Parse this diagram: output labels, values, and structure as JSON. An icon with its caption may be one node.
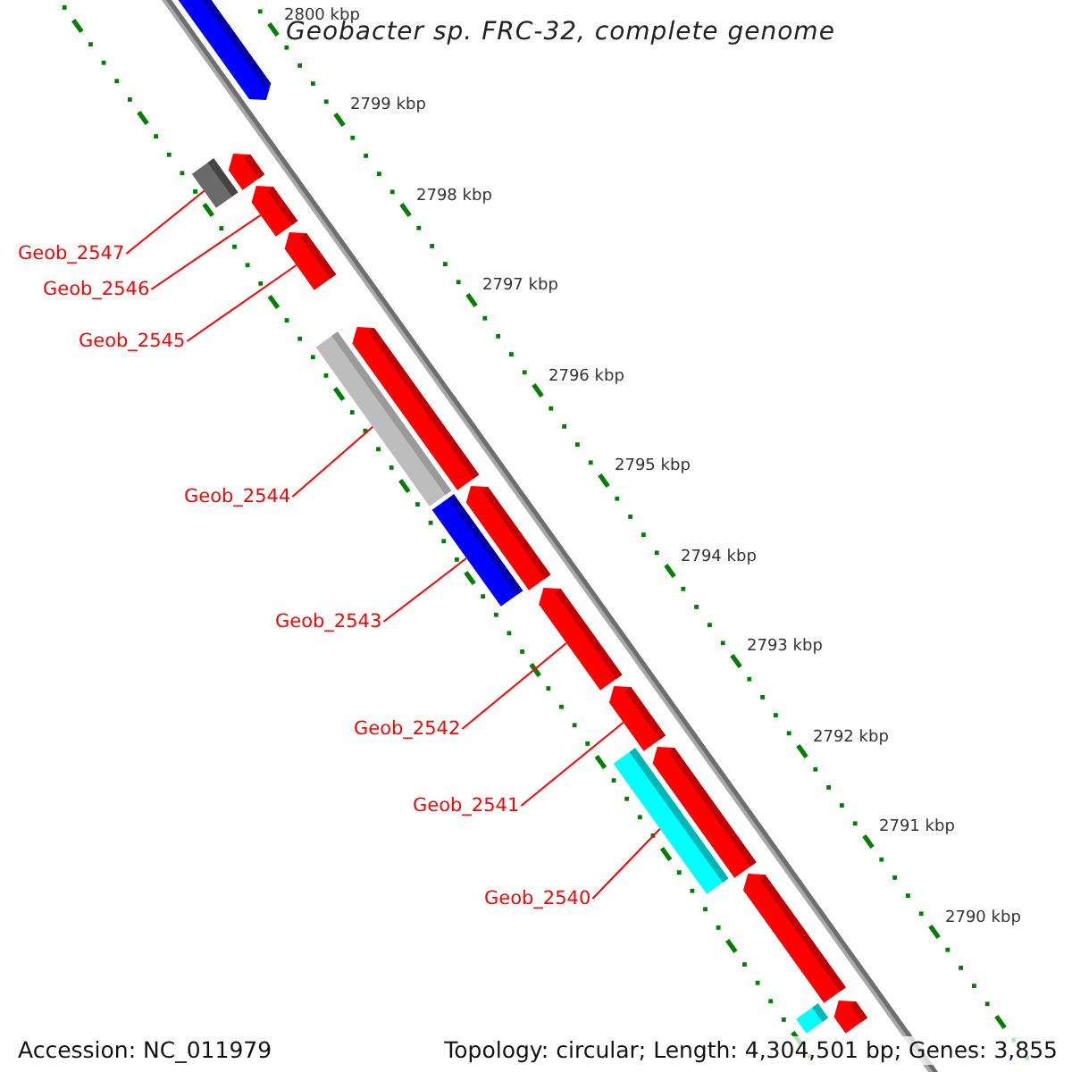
{
  "diagram": {
    "title": "Geobacter sp. FRC-32, complete genome",
    "nodes": [
      {
        "text": [
          "Geob_2547"
        ]
      },
      {
        "text": [
          "Geob_2546"
        ]
      },
      {
        "text": [
          "Geob_2545"
        ]
      },
      {
        "text": [
          "Geob_2544"
        ]
      },
      {
        "text": [
          "Geob_2543"
        ]
      },
      {
        "text": [
          "Geob_2542"
        ]
      },
      {
        "text": [
          "Geob_2541"
        ]
      },
      {
        "text": [
          "Geob_2540"
        ]
      },
      {
        "text": [],
        "shape": "bar"
      },
      {
        "text": [],
        "shape": "bar"
      },
      {
        "text": [],
        "shape": "bar"
      },
      {
        "text": [],
        "shape": "bar"
      },
      {
        "text": [],
        "shape": "bar"
      },
      {
        "text": [],
        "shape": "bar"
      },
      {
        "text": [],
        "shape": "bar"
      },
      {
        "text": [],
        "shape": "bar"
      },
      {
        "text": [],
        "shape": "bar"
      },
      {
        "text": [],
        "shape": "bar"
      },
      {
        "text": [],
        "shape": "bar"
      },
      {
        "text": [],
        "shape": "bar"
      },
      {
        "text": [],
        "shape": "bar"
      },
      {
        "text": [],
        "shape": "bar"
      },
      {
        "text": [],
        "shape": "bar"
      },
      {
        "text": [],
        "shape": "bar"
      }
    ],
    "edges": [
      {
        "from": 0,
        "to": 10,
        "arrow": "none"
      },
      {
        "from": 1,
        "to": 11,
        "arrow": "none"
      },
      {
        "from": 2,
        "to": 12,
        "arrow": "none"
      },
      {
        "from": 3,
        "to": 14,
        "arrow": "none"
      },
      {
        "from": 4,
        "to": 16,
        "arrow": "none"
      },
      {
        "from": 5,
        "to": 17,
        "arrow": "none"
      },
      {
        "from": 6,
        "to": 18,
        "arrow": "none"
      },
      {
        "from": 7,
        "to": 20,
        "arrow": "none"
      }
    ],
    "labels": [
      "2800 kbp",
      "2799 kbp",
      "2798 kbp",
      "2797 kbp",
      "2796 kbp",
      "2795 kbp",
      "2794 kbp",
      "2793 kbp",
      "2792 kbp",
      "2791 kbp",
      "2790 kbp",
      "Accession: NC_011979",
      "Topology: circular; Length: 4,304,501 bp; Genes: 3,855"
    ]
  }
}
